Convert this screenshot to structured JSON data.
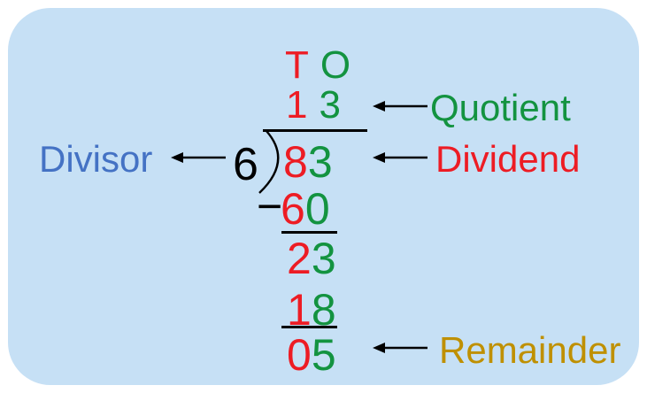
{
  "colors": {
    "card_bg": "#c6e0f5",
    "red": "#ed1c24",
    "green": "#139340",
    "blue": "#4472c4",
    "gold": "#bf9000",
    "ink": "#000000"
  },
  "division": {
    "place_tens": "T",
    "place_ones": "O",
    "quotient_tens": "1",
    "quotient_ones": "3",
    "divisor": "6",
    "dividend_tens": "8",
    "dividend_ones": "3",
    "minus": "−",
    "product1_tens": "6",
    "product1_ones": "0",
    "difference1_tens": "2",
    "difference1_ones": "3",
    "product2_tens": "1",
    "product2_ones": "8",
    "remainder_tens": "0",
    "remainder_ones": "5"
  },
  "labels": {
    "quotient": "Quotient",
    "dividend": "Dividend",
    "divisor": "Divisor",
    "remainder": "Remainder"
  }
}
